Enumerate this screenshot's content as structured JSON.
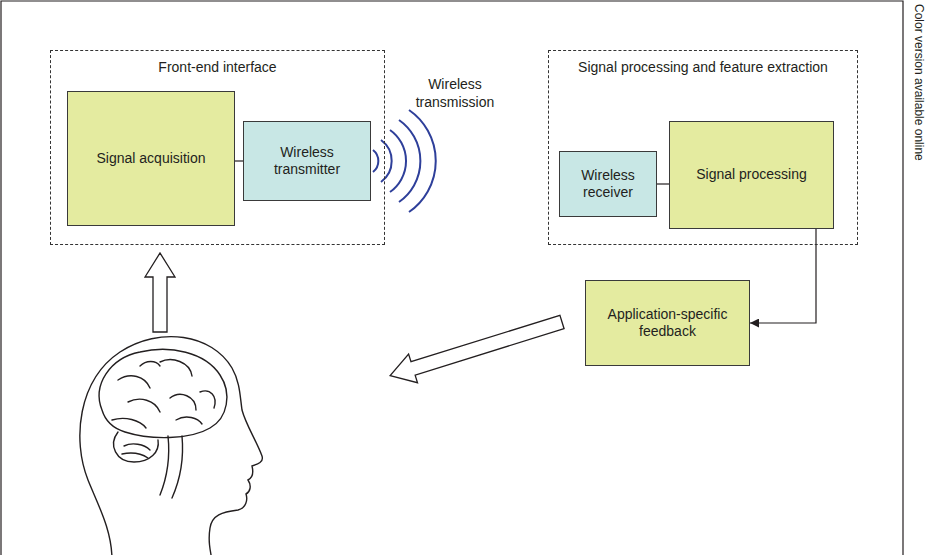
{
  "diagram": {
    "nodes": [
      {
        "text": [
          "Front-end interface"
        ]
      },
      {
        "text": [
          "Signal acquisition"
        ],
        "in": 0
      },
      {
        "text": [
          "Wireless transmitter"
        ],
        "in": 0
      },
      {
        "text": [
          "Signal processing and feature extraction"
        ]
      },
      {
        "text": [
          "Wireless receiver"
        ],
        "in": 3
      },
      {
        "text": [
          "Signal processing"
        ],
        "in": 3
      },
      {
        "text": [
          "Application-specific feedback"
        ]
      }
    ],
    "edges": [
      {
        "from": 1,
        "to": 2,
        "arrow": "none"
      },
      {
        "from": 4,
        "to": 5,
        "arrow": "none"
      },
      {
        "from": 5,
        "to": 6,
        "arrow": "to"
      }
    ],
    "labels": [
      "Wireless transmission",
      "Color version available online"
    ]
  }
}
